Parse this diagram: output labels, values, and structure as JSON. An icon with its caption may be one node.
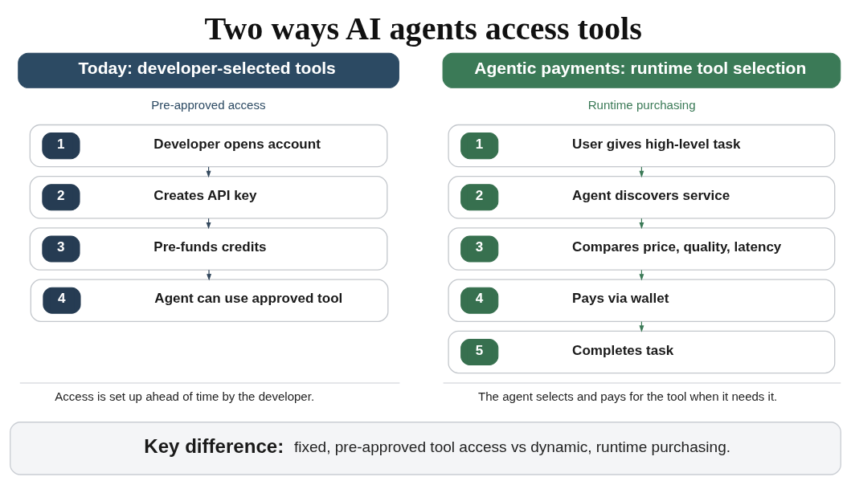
{
  "diagram": {
    "title": "Two ways AI agents access tools",
    "nodes": [
      {
        "text": [
          "Today: developer-selected tools"
        ]
      },
      {
        "text": [
          "1",
          "Developer opens account"
        ]
      },
      {
        "text": [
          "2",
          "Creates API key"
        ]
      },
      {
        "text": [
          "3",
          "Pre-funds credits"
        ]
      },
      {
        "text": [
          "4",
          "Agent can use approved tool"
        ]
      },
      {
        "text": [
          "Agentic payments: runtime tool selection"
        ]
      },
      {
        "text": [
          "1",
          "User gives high-level task"
        ]
      },
      {
        "text": [
          "2",
          "Agent discovers service"
        ]
      },
      {
        "text": [
          "3",
          "Compares price, quality, latency"
        ]
      },
      {
        "text": [
          "4",
          "Pays via wallet"
        ]
      },
      {
        "text": [
          "5",
          "Completes task"
        ]
      },
      {
        "text": [
          "Key difference:",
          "fixed, pre-approved tool access vs dynamic, runtime purchasing."
        ]
      }
    ],
    "edges": [
      {
        "from": 1,
        "to": 2,
        "arrow": "to",
        "color": "#34495e"
      },
      {
        "from": 2,
        "to": 3,
        "arrow": "to",
        "color": "#34495e"
      },
      {
        "from": 3,
        "to": 4,
        "arrow": "to",
        "color": "#34495e"
      },
      {
        "from": 6,
        "to": 7,
        "arrow": "to"
      },
      {
        "from": 7,
        "to": 8,
        "arrow": "to"
      },
      {
        "from": 8,
        "to": 9,
        "arrow": "to"
      },
      {
        "from": 9,
        "to": 10,
        "arrow": "to"
      }
    ],
    "labels": [
      "Pre-approved access",
      "Runtime purchasing",
      "Access is set up ahead of time by the developer.",
      "The agent selects and pays for the tool when it needs it."
    ]
  }
}
